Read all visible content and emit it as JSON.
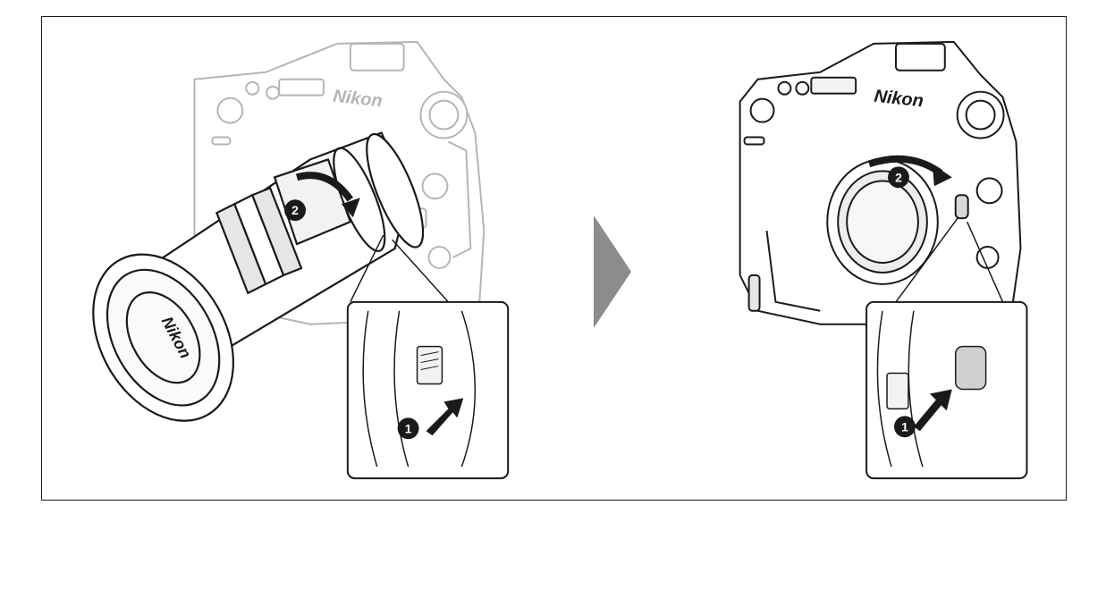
{
  "brand_text": "Nikon",
  "steps": {
    "release_button": "1",
    "rotate": "2"
  },
  "colors": {
    "ink": "#1a1a1a",
    "faded": "#b5b5b5",
    "arrow": "#8c8c8c",
    "fill_light": "#f2f2f2"
  },
  "icons": {
    "transition_arrow": "triangle-right-icon",
    "step_badge": "filled-circle-number-icon",
    "push_arrow": "thick-arrow-icon",
    "rotate_arrow": "curved-arrow-icon"
  }
}
